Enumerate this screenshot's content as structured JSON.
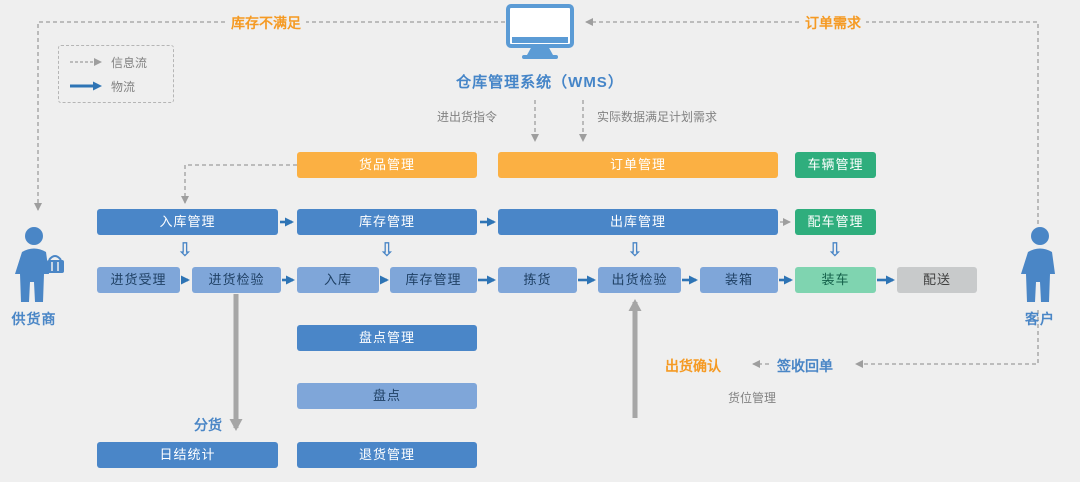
{
  "title": "仓库管理系统（WMS）",
  "legend": {
    "info_flow": "信息流",
    "material_flow": "物流"
  },
  "actors": {
    "supplier": "供货商",
    "customer": "客户"
  },
  "annotations": {
    "inventory_shortage": "库存不满足",
    "order_demand": "订单需求",
    "in_out_instruction": "进出货指令",
    "actual_data_meets_plan": "实际数据满足计划需求",
    "sorting": "分货",
    "shipment_confirmation": "出货确认",
    "signed_receipt": "签收回单",
    "slot_management": "货位管理"
  },
  "boxes": {
    "goods_management": "货品管理",
    "order_management": "订单管理",
    "vehicle_management": "车辆管理",
    "inbound_management": "入库管理",
    "inventory_management": "库存管理",
    "outbound_management": "出库管理",
    "vehicle_dispatch": "配车管理",
    "receiving_acceptance": "进货受理",
    "receiving_inspection": "进货检验",
    "putaway": "入库",
    "inventory_management_sub": "库存管理",
    "picking": "拣货",
    "outbound_inspection": "出货检验",
    "packing": "装箱",
    "loading": "装车",
    "delivery": "配送",
    "stocktaking_management": "盘点管理",
    "stocktaking": "盘点",
    "daily_settlement": "日结统计",
    "returns_management": "退货管理"
  },
  "colors": {
    "orange_box": "#FBB043",
    "blue_box": "#4A86C8",
    "light_blue_box": "#7FA6D9",
    "green_box": "#2FAE7D",
    "light_green_box": "#7FD4B0",
    "gray_box": "#C8CACB",
    "orange_text": "#F59A23",
    "blue_text": "#4A86C6",
    "gray_text": "#828282",
    "flow_arrow_blue": "#2E74B5",
    "info_arrow_gray": "#9E9E9E",
    "thick_arrow_gray": "#A6A6A6"
  }
}
